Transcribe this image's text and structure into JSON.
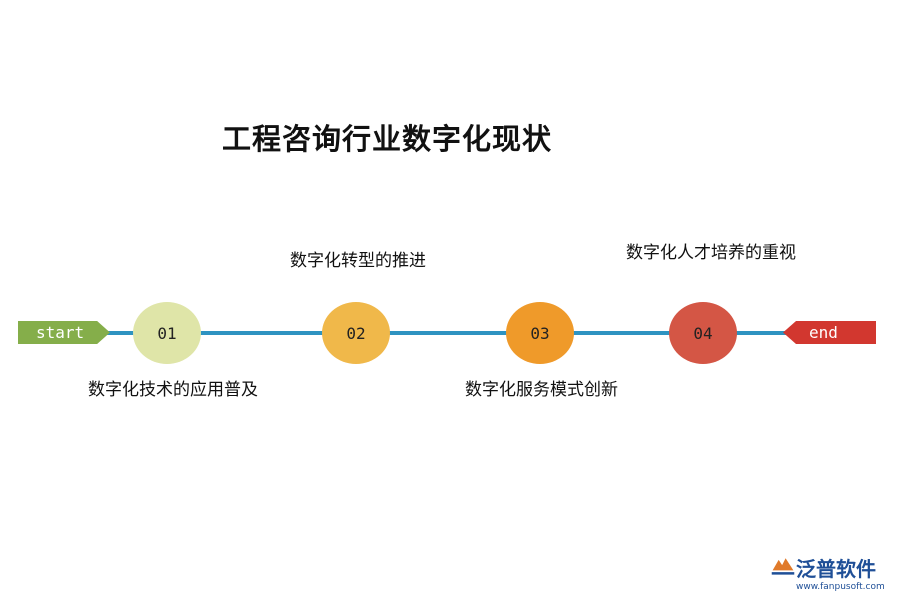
{
  "title": "工程咨询行业数字化现状",
  "start_label": "start",
  "end_label": "end",
  "colors": {
    "track": "#2e93c1",
    "start": "#85ae4a",
    "end": "#d2372f"
  },
  "steps": [
    {
      "number": "01",
      "label": "数字化技术的应用普及",
      "color": "#dfe5a8"
    },
    {
      "number": "02",
      "label": "数字化转型的推进",
      "color": "#f0b84a"
    },
    {
      "number": "03",
      "label": "数字化服务模式创新",
      "color": "#ef9a2a"
    },
    {
      "number": "04",
      "label": "数字化人才培养的重视",
      "color": "#d45645"
    }
  ],
  "logo": {
    "name": "泛普软件",
    "url": "www.fanpusoft.com"
  }
}
